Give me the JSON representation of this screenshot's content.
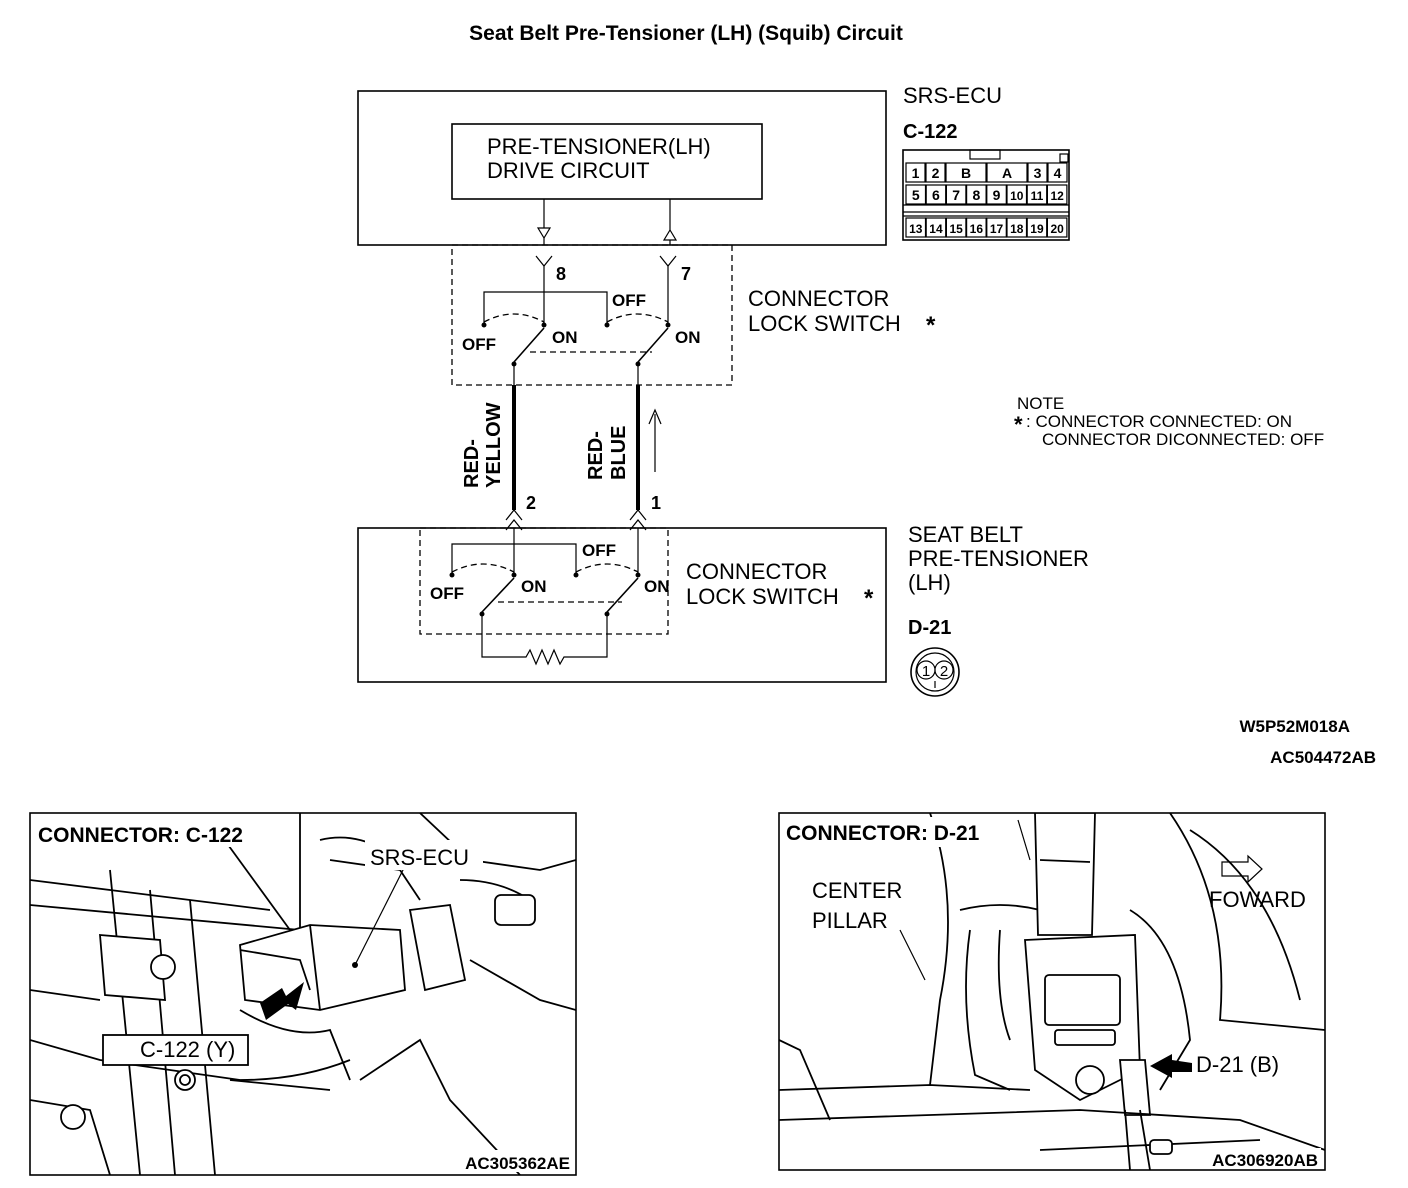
{
  "title": "Seat Belt Pre-Tensioner (LH) (Squib) Circuit",
  "ecu": {
    "name": "SRS-ECU",
    "connector": "C-122",
    "drive_circuit_line1": "PRE-TENSIONER(LH)",
    "drive_circuit_line2": "DRIVE CIRCUIT",
    "connector_pins_row1": [
      "1",
      "2",
      "B",
      "A",
      "3",
      "4"
    ],
    "connector_pins_row2": [
      "5",
      "6",
      "7",
      "8",
      "9",
      "10",
      "11",
      "12"
    ],
    "connector_pins_row3": [
      "13",
      "14",
      "15",
      "16",
      "17",
      "18",
      "19",
      "20"
    ]
  },
  "upper_switch": {
    "label_line1": "CONNECTOR",
    "label_line2": "LOCK SWITCH",
    "asterisk": "*",
    "pin_left": "8",
    "pin_right": "7",
    "off_left": "OFF",
    "on_left": "ON",
    "off_right": "OFF",
    "on_right": "ON"
  },
  "wires": {
    "left_color_line1": "RED-",
    "left_color_line2": "YELLOW",
    "right_color_line1": "RED-",
    "right_color_line2": "BLUE",
    "pin_left": "2",
    "pin_right": "1"
  },
  "lower_switch": {
    "label_line1": "CONNECTOR",
    "label_line2": "LOCK SWITCH",
    "asterisk": "*",
    "off_left": "OFF",
    "on_left": "ON",
    "off_right": "OFF",
    "on_right": "ON"
  },
  "pretensioner": {
    "name_line1": "SEAT BELT",
    "name_line2": "PRE-TENSIONER",
    "name_line3": "(LH)",
    "connector": "D-21",
    "pins": [
      "1",
      "2"
    ]
  },
  "note": {
    "heading": "NOTE",
    "asterisk": "*",
    "line1": ": CONNECTOR CONNECTED: ON",
    "line2": "CONNECTOR DICONNECTED: OFF"
  },
  "codes": {
    "diagram_code1": "W5P52M018A",
    "diagram_code2": "AC504472AB"
  },
  "photo_left": {
    "title": "CONNECTOR: C-122",
    "callout_ecu": "SRS-ECU",
    "callout_connector": "C-122 (Y)",
    "code": "AC305362AE"
  },
  "photo_right": {
    "title": "CONNECTOR: D-21",
    "callout_pillar_line1": "CENTER",
    "callout_pillar_line2": "PILLAR",
    "callout_forward": "FOWARD",
    "callout_connector": "D-21 (B)",
    "code": "AC306920AB"
  }
}
